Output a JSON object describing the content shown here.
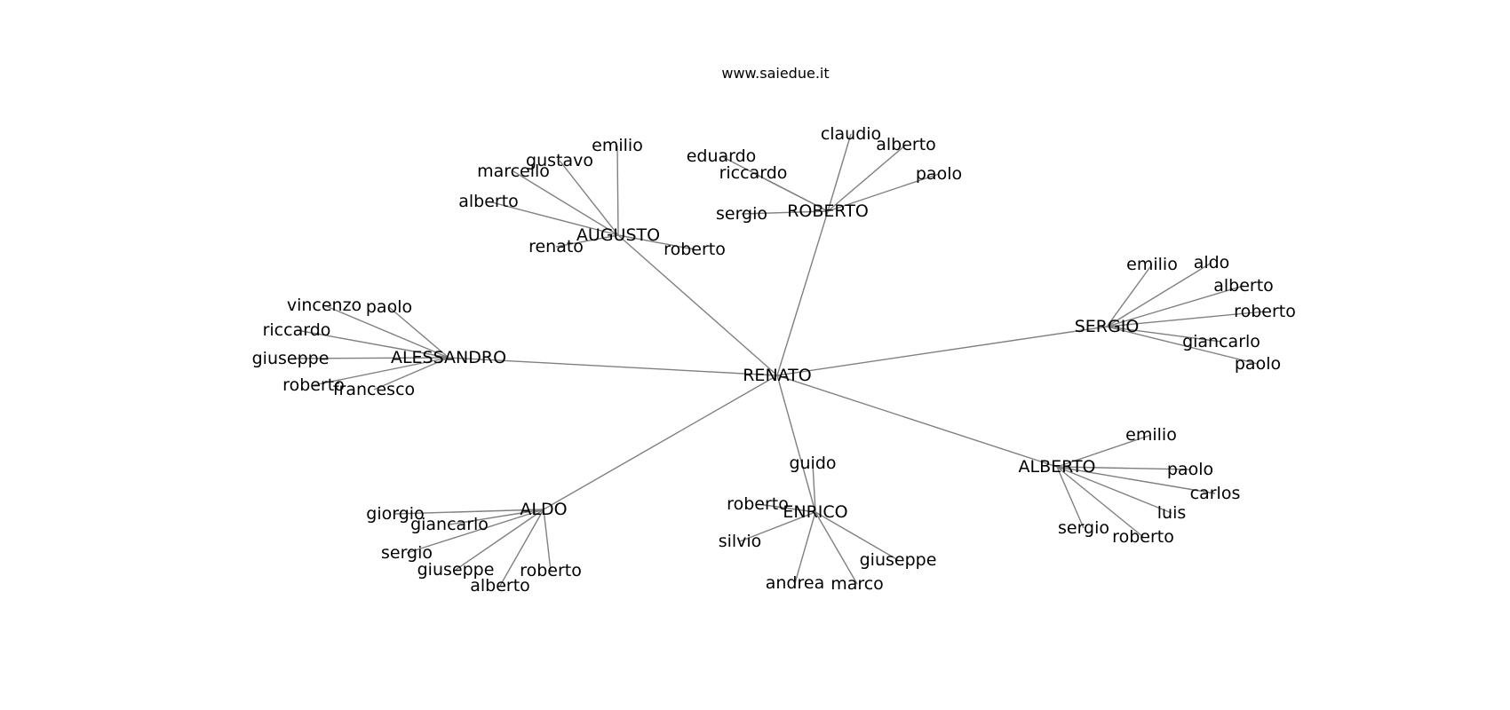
{
  "title": "www.saiedue.it",
  "graph": {
    "root": "RENATO",
    "edge_color": "#808080",
    "groups": [
      {
        "name": "AUGUSTO",
        "children": [
          "emilio",
          "gustavo",
          "marcello",
          "alberto",
          "renato",
          "roberto"
        ]
      },
      {
        "name": "ROBERTO",
        "children": [
          "claudio",
          "alberto",
          "eduardo",
          "riccardo",
          "paolo",
          "sergio"
        ]
      },
      {
        "name": "SERGIO",
        "children": [
          "emilio",
          "aldo",
          "alberto",
          "roberto",
          "giancarlo",
          "paolo"
        ]
      },
      {
        "name": "ALESSANDRO",
        "children": [
          "vincenzo",
          "paolo",
          "riccardo",
          "giuseppe",
          "roberto",
          "francesco"
        ]
      },
      {
        "name": "ALBERTO",
        "children": [
          "emilio",
          "paolo",
          "carlos",
          "luis",
          "sergio",
          "roberto"
        ]
      },
      {
        "name": "ALDO",
        "children": [
          "giorgio",
          "giancarlo",
          "sergio",
          "giuseppe",
          "alberto",
          "roberto"
        ]
      },
      {
        "name": "ENRICO",
        "children": [
          "guido",
          "roberto",
          "silvio",
          "giuseppe",
          "andrea",
          "marco"
        ]
      }
    ]
  }
}
